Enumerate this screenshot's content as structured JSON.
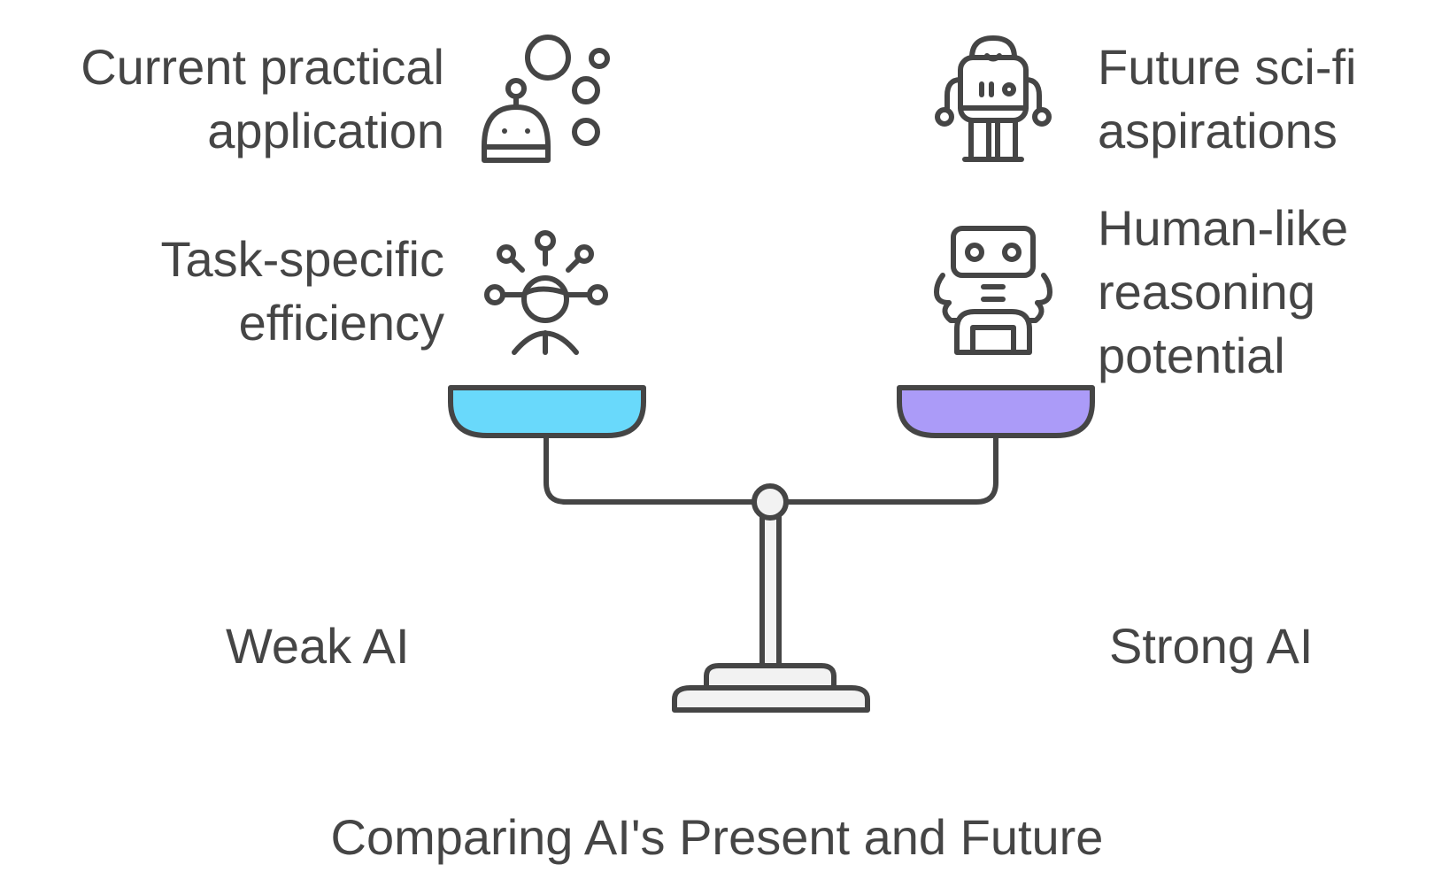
{
  "title": "Comparing AI's Present and Future",
  "left": {
    "name": "Weak AI",
    "pan_color": "#69d9fb",
    "items": [
      {
        "label": "Current practical\napplication",
        "icon": "robot-with-bubbles-icon"
      },
      {
        "label": "Task-specific\nefficiency",
        "icon": "person-with-connections-icon"
      }
    ]
  },
  "right": {
    "name": "Strong AI",
    "pan_color": "#ab9bf8",
    "items": [
      {
        "label": "Future sci-fi\naspirations",
        "icon": "humanoid-robot-icon"
      },
      {
        "label": "Human-like\nreasoning\npotential",
        "icon": "robot-face-icon"
      }
    ]
  },
  "colors": {
    "stroke": "#454545",
    "stand_fill": "#f2f2f2",
    "text": "#454545"
  }
}
